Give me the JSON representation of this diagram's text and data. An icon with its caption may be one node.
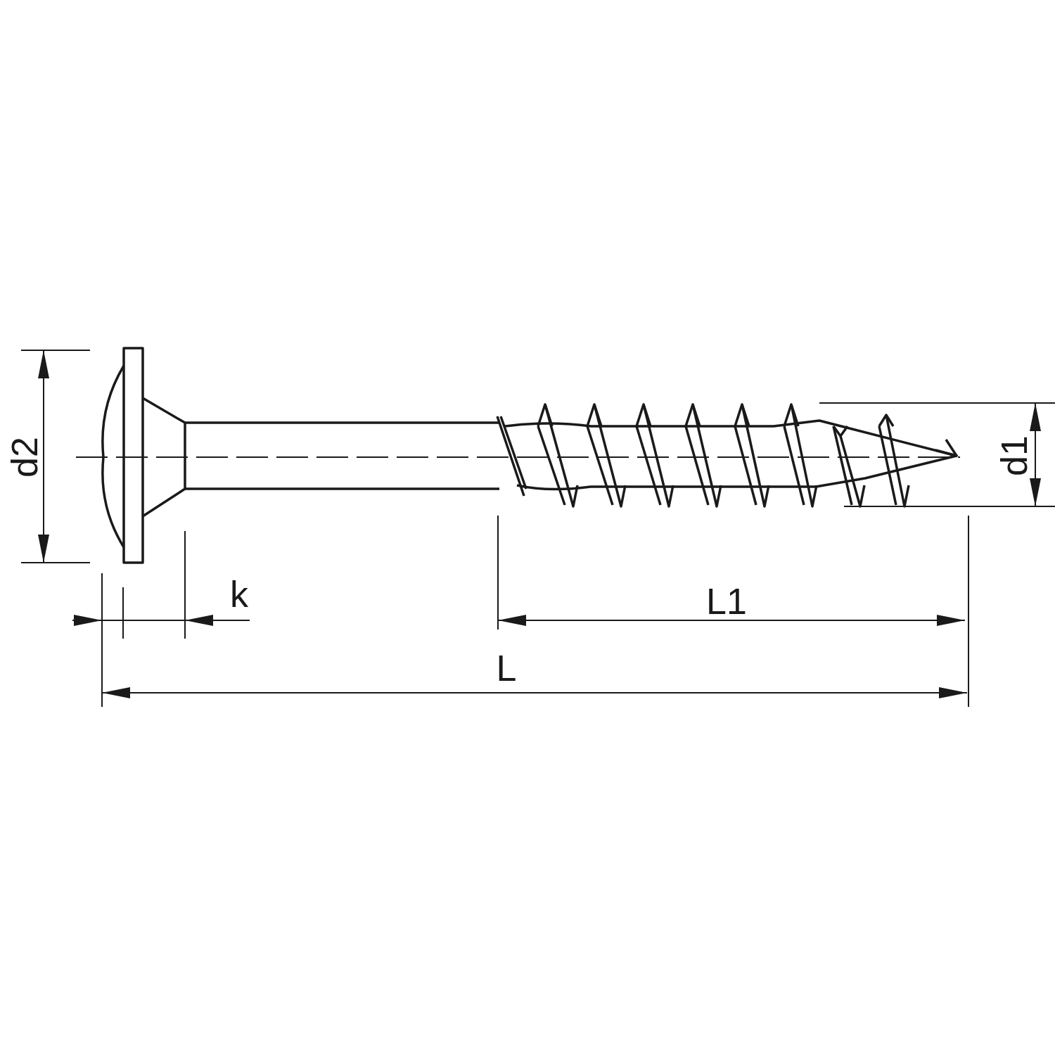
{
  "diagram": {
    "labels": [
      "d2",
      "d1",
      "k",
      "L1",
      "L"
    ]
  }
}
